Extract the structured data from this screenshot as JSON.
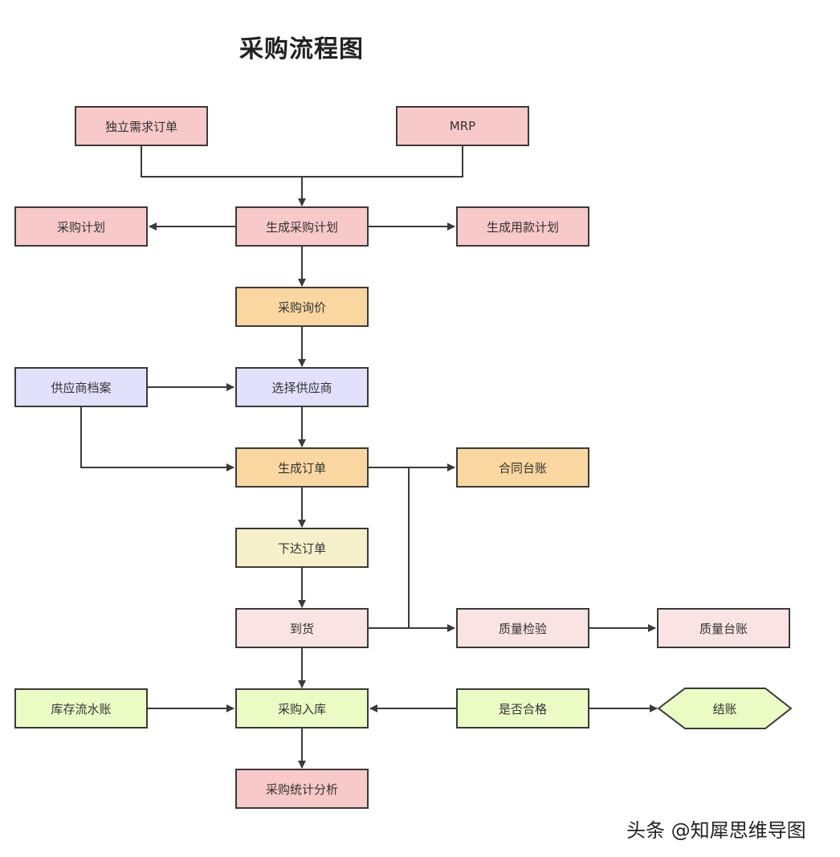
{
  "title": "采购流程图",
  "nodes": {
    "independent_order": "独立需求订单",
    "mrp": "MRP",
    "purchase_plan": "采购计划",
    "generate_purchase_plan": "生成采购计划",
    "generate_payment_plan": "生成用款计划",
    "purchase_inquiry": "采购询价",
    "supplier_archive": "供应商档案",
    "select_supplier": "选择供应商",
    "generate_order": "生成订单",
    "contract_ledger": "合同台账",
    "place_order": "下达订单",
    "arrival": "到货",
    "quality_inspection": "质量检验",
    "quality_ledger": "质量台账",
    "inventory_ledger": "库存流水账",
    "purchase_warehousing": "采购入库",
    "qualified_check": "是否合格",
    "settlement": "结账",
    "purchase_analysis": "采购统计分析"
  },
  "colors": {
    "pink": "#f8c9c9",
    "orange": "#fad7a0",
    "lavender": "#e2e0fb",
    "yellow": "#f5f0c9",
    "blush": "#f9e3e3",
    "green": "#ebfbc4",
    "line": "#3a3a3a"
  },
  "watermark": "头条 @知犀思维导图"
}
